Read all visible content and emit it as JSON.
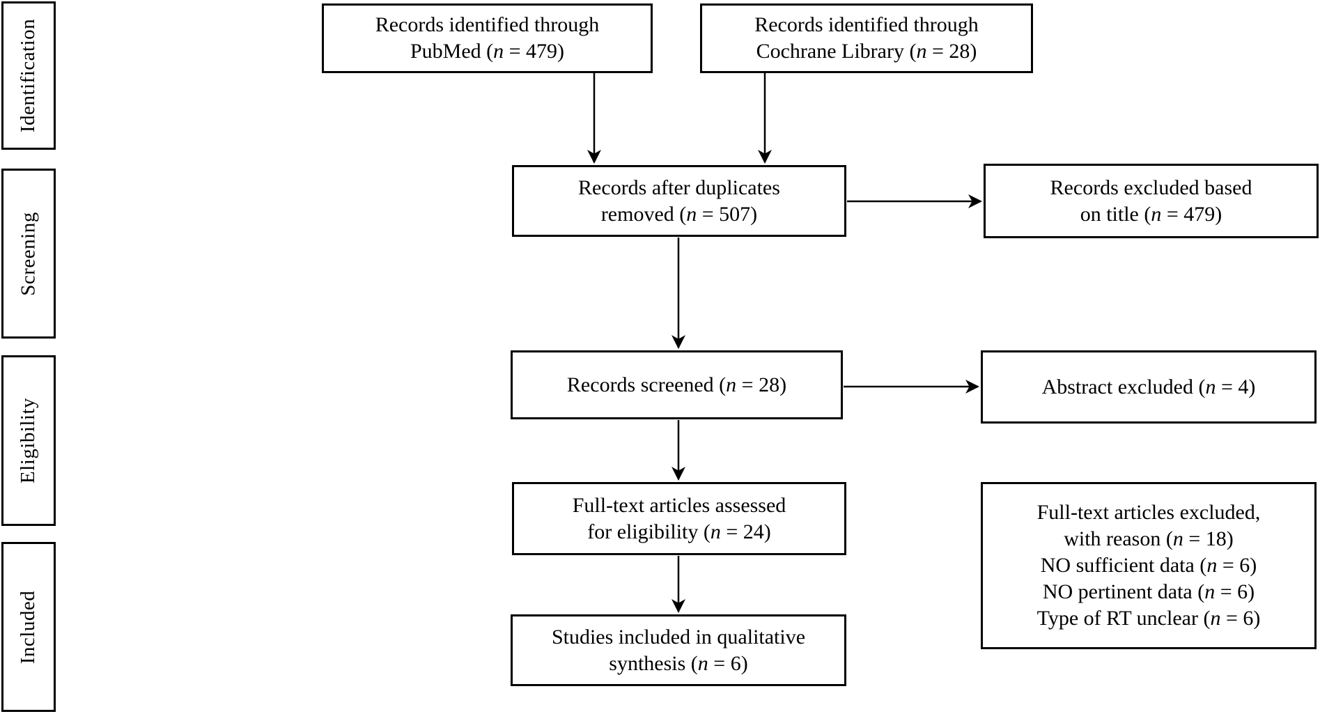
{
  "diagram": {
    "type": "prisma-flowchart",
    "background_color": "#ffffff",
    "line_color": "#000000",
    "text_color": "#000000"
  },
  "stages": [
    {
      "label": "Identification"
    },
    {
      "label": "Screening"
    },
    {
      "label": "Eligibility"
    },
    {
      "label": "Included"
    }
  ],
  "boxes": {
    "pubmed": {
      "lines": [
        "Records identified through",
        "PubMed (n = 479)"
      ]
    },
    "cochrane": {
      "lines": [
        "Records identified through",
        "Cochrane Library (n = 28)"
      ]
    },
    "duplicates": {
      "lines": [
        "Records after duplicates",
        "removed (n = 507)"
      ]
    },
    "title_excluded": {
      "lines": [
        "Records excluded based",
        "on title (n = 479)"
      ]
    },
    "screened": {
      "lines": [
        "Records screened (n = 28)"
      ]
    },
    "abstract_excluded": {
      "lines": [
        "Abstract excluded (n = 4)"
      ]
    },
    "fulltext": {
      "lines": [
        "Full-text articles assessed",
        "for eligibility (n = 24)"
      ]
    },
    "fulltext_excluded": {
      "lines": [
        "Full-text articles excluded,",
        "with reason (n = 18)",
        "NO sufficient data (n = 6)",
        "NO pertinent data (n = 6)",
        "Type of RT unclear (n = 6)"
      ]
    },
    "included": {
      "lines": [
        "Studies included in qualitative",
        "synthesis (n = 6)"
      ]
    }
  }
}
